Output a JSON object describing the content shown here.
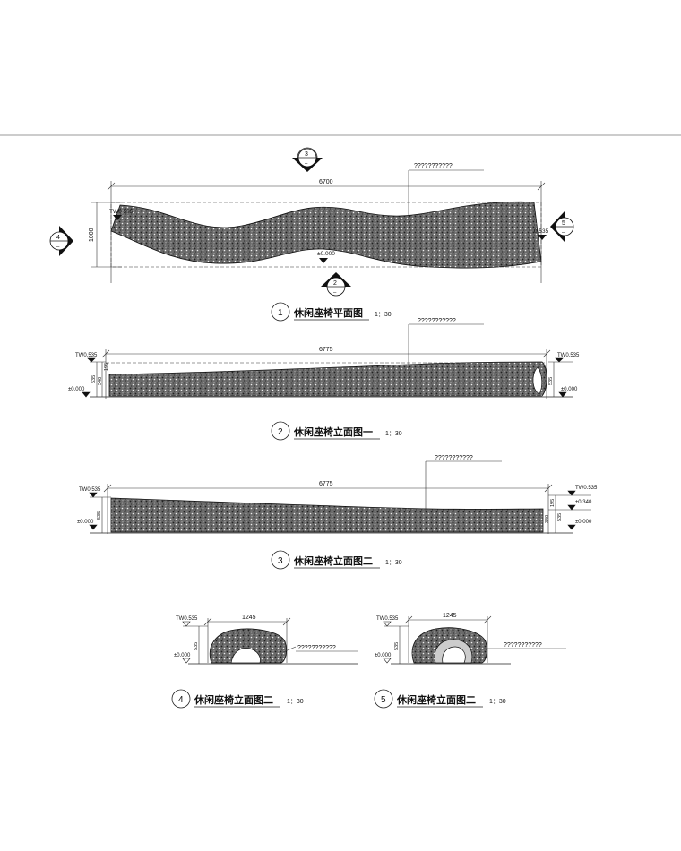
{
  "leader_note": "???????????",
  "plan": {
    "dim_length": "6700",
    "dim_width": "1000",
    "level_left": "TW0.535",
    "level_right": "0.535",
    "level_bottom": "±0.000",
    "section_top": {
      "num": "3",
      "sub": "–"
    },
    "section_bottom": {
      "num": "2",
      "sub": "–"
    },
    "section_left": {
      "num": "4",
      "sub": "–"
    },
    "section_right": {
      "num": "5",
      "sub": "–"
    }
  },
  "elev1": {
    "dim_length": "6775",
    "level_left_top": "TW0.535",
    "level_left_bottom": "±0.000",
    "level_right_top": "TW0.535",
    "level_right_bottom": "±0.000",
    "dim_535": "535",
    "dim_340": "340",
    "dim_195": "195",
    "dim_right": "535"
  },
  "elev2": {
    "dim_length": "6775",
    "level_left_top": "TW0.535",
    "level_left_bottom": "±0.000",
    "level_right_top": "TW0.535",
    "level_right_mid": "±0.340",
    "level_right_bottom": "±0.000",
    "dim_535": "535",
    "dim_340": "340",
    "dim_195": "195",
    "dim_right": "535"
  },
  "sec4": {
    "dim_length": "1245",
    "level_top": "TW0.535",
    "level_bottom": "±0.000",
    "dim_535": "535"
  },
  "sec5": {
    "dim_length": "1245",
    "level_top": "TW0.535",
    "level_bottom": "±0.000",
    "dim_535": "535"
  },
  "titles": [
    {
      "num": "1",
      "text": "休闲座椅平面图",
      "scale": "1：30"
    },
    {
      "num": "2",
      "text": "休闲座椅立面图一",
      "scale": "1：30"
    },
    {
      "num": "3",
      "text": "休闲座椅立面图二",
      "scale": "1：30"
    },
    {
      "num": "4",
      "text": "休闲座椅立面图二",
      "scale": "1：30"
    },
    {
      "num": "5",
      "text": "休闲座椅立面图二",
      "scale": "1：30"
    }
  ]
}
